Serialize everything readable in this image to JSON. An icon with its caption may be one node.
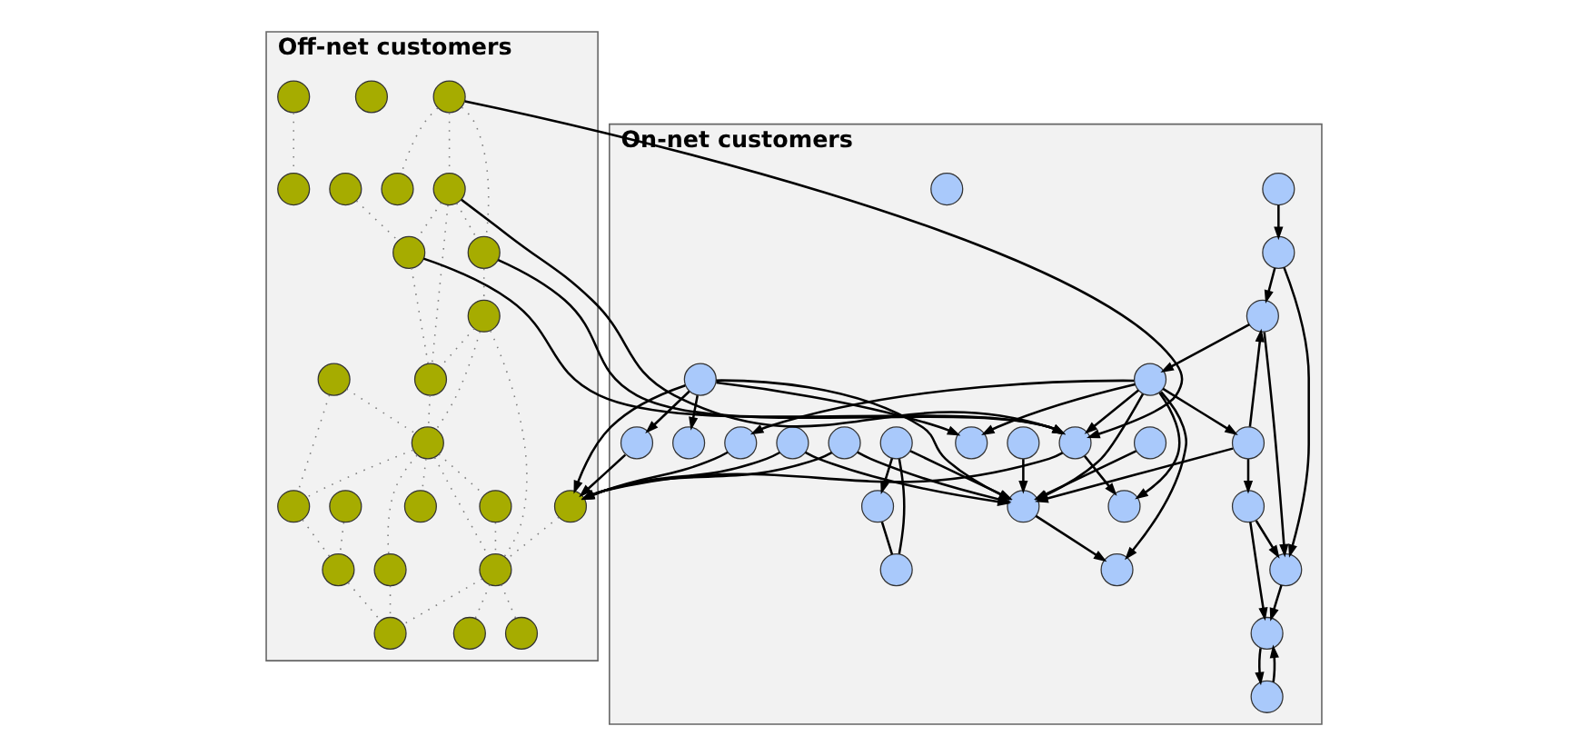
{
  "diagram": {
    "nodes": [
      {
        "text": [
          "On-net customers"
        ]
      },
      {
        "text": [
          "Off-net customers"
        ]
      },
      {
        "text": [],
        "shape": "circle",
        "in": 0
      },
      {
        "text": [],
        "shape": "circle",
        "in": 0
      },
      {
        "text": [],
        "shape": "circle",
        "in": 0
      },
      {
        "text": [],
        "shape": "circle",
        "in": 0
      },
      {
        "text": [],
        "shape": "circle",
        "in": 0
      },
      {
        "text": [],
        "shape": "circle",
        "in": 0
      },
      {
        "text": [],
        "shape": "circle",
        "in": 0
      },
      {
        "text": [],
        "shape": "circle",
        "in": 0
      },
      {
        "text": [],
        "shape": "circle",
        "in": 0
      },
      {
        "text": [],
        "shape": "circle",
        "in": 0
      },
      {
        "text": [],
        "shape": "circle",
        "in": 0
      },
      {
        "text": [],
        "shape": "circle",
        "in": 0
      },
      {
        "text": [],
        "shape": "circle",
        "in": 0
      },
      {
        "text": [],
        "shape": "circle",
        "in": 0
      },
      {
        "text": [],
        "shape": "circle",
        "in": 0
      },
      {
        "text": [],
        "shape": "circle",
        "in": 0
      },
      {
        "text": [],
        "shape": "circle",
        "in": 0
      },
      {
        "text": [],
        "shape": "circle",
        "in": 0
      },
      {
        "text": [],
        "shape": "circle",
        "in": 0
      },
      {
        "text": [],
        "shape": "circle",
        "in": 0
      },
      {
        "text": [],
        "shape": "circle",
        "in": 0
      },
      {
        "text": [],
        "shape": "circle",
        "in": 0
      },
      {
        "text": [],
        "shape": "circle",
        "in": 0
      },
      {
        "text": [],
        "shape": "circle",
        "in": 0
      },
      {
        "text": [],
        "shape": "circle",
        "in": 0
      },
      {
        "text": [],
        "shape": "circle",
        "in": 0
      },
      {
        "text": [],
        "shape": "circle",
        "in": 1
      },
      {
        "text": [],
        "shape": "circle",
        "in": 1
      },
      {
        "text": [],
        "shape": "circle",
        "in": 1
      },
      {
        "text": [],
        "shape": "circle",
        "in": 1
      },
      {
        "text": [],
        "shape": "circle",
        "in": 1
      },
      {
        "text": [],
        "shape": "circle",
        "in": 1
      },
      {
        "text": [],
        "shape": "circle",
        "in": 1
      },
      {
        "text": [],
        "shape": "circle",
        "in": 1
      },
      {
        "text": [],
        "shape": "circle",
        "in": 1
      },
      {
        "text": [],
        "shape": "circle",
        "in": 1
      },
      {
        "text": [],
        "shape": "circle",
        "in": 1
      },
      {
        "text": [],
        "shape": "circle",
        "in": 1
      },
      {
        "text": [],
        "shape": "circle",
        "in": 1
      },
      {
        "text": [],
        "shape": "circle",
        "in": 1
      },
      {
        "text": [],
        "shape": "circle",
        "in": 1
      },
      {
        "text": [],
        "shape": "circle",
        "in": 1
      },
      {
        "text": [],
        "shape": "circle",
        "in": 1
      },
      {
        "text": [],
        "shape": "circle",
        "in": 1
      },
      {
        "text": [],
        "shape": "circle",
        "in": 1
      },
      {
        "text": [],
        "shape": "circle",
        "in": 1
      },
      {
        "text": [],
        "shape": "circle",
        "in": 1
      },
      {
        "text": [],
        "shape": "circle",
        "in": 1
      },
      {
        "text": [],
        "shape": "circle",
        "in": 1
      },
      {
        "text": [],
        "shape": "circle",
        "in": 1
      }
    ],
    "edges": [
      {
        "from": 3,
        "to": 2,
        "arrow": "to"
      },
      {
        "from": 2,
        "to": 3,
        "arrow": "to"
      },
      {
        "from": 6,
        "to": 2,
        "arrow": "to"
      },
      {
        "from": 8,
        "to": 2,
        "arrow": "to"
      },
      {
        "from": 8,
        "to": 6,
        "arrow": "to"
      },
      {
        "from": 7,
        "to": 6,
        "arrow": "to"
      },
      {
        "from": 9,
        "to": 6,
        "arrow": "to"
      },
      {
        "from": 7,
        "to": 9,
        "arrow": "to"
      },
      {
        "from": 4,
        "to": 7,
        "arrow": "to"
      },
      {
        "from": 14,
        "to": 8,
        "arrow": "to"
      },
      {
        "from": 14,
        "to": 9,
        "arrow": "to"
      },
      {
        "from": 9,
        "to": 15,
        "arrow": "to"
      },
      {
        "from": 15,
        "to": 14,
        "arrow": "to"
      },
      {
        "from": 15,
        "to": 18,
        "arrow": "to"
      },
      {
        "from": 15,
        "to": 23,
        "arrow": "to"
      },
      {
        "from": 14,
        "to": 23,
        "arrow": "to"
      },
      {
        "from": 16,
        "to": 23,
        "arrow": "to"
      },
      {
        "from": 21,
        "to": 17,
        "arrow": "none"
      },
      {
        "from": 26,
        "to": 17,
        "arrow": "none"
      },
      {
        "from": 26,
        "to": 21,
        "arrow": "to"
      },
      {
        "from": 26,
        "to": 23,
        "arrow": "to"
      },
      {
        "from": 27,
        "to": 23,
        "arrow": "to"
      },
      {
        "from": 23,
        "to": 18,
        "arrow": "to"
      },
      {
        "from": 15,
        "to": 5,
        "arrow": "to"
      },
      {
        "from": 13,
        "to": 5,
        "arrow": "to"
      },
      {
        "from": 15,
        "to": 12,
        "arrow": "to"
      },
      {
        "from": 15,
        "to": 13,
        "arrow": "to"
      },
      {
        "from": 15,
        "to": 19,
        "arrow": "to"
      },
      {
        "from": 24,
        "to": 10,
        "arrow": "to"
      },
      {
        "from": 24,
        "to": 19,
        "arrow": "to"
      },
      {
        "from": 24,
        "to": 20,
        "arrow": "to"
      },
      {
        "from": 24,
        "to": 23,
        "arrow": "to"
      },
      {
        "from": 22,
        "to": 23,
        "arrow": "to"
      },
      {
        "from": 25,
        "to": 23,
        "arrow": "to"
      },
      {
        "from": 28,
        "to": 13,
        "arrow": "to"
      },
      {
        "from": 32,
        "to": 13,
        "arrow": "to"
      },
      {
        "from": 33,
        "to": 13,
        "arrow": "to"
      },
      {
        "from": 34,
        "to": 13,
        "arrow": "to"
      },
      {
        "from": 13,
        "to": 42,
        "arrow": "to"
      },
      {
        "from": 12,
        "to": 42,
        "arrow": "to"
      },
      {
        "from": 20,
        "to": 42,
        "arrow": "to"
      },
      {
        "from": 22,
        "to": 42,
        "arrow": "to"
      },
      {
        "from": 24,
        "to": 42,
        "arrow": "to"
      },
      {
        "from": 25,
        "to": 42,
        "arrow": "to"
      },
      {
        "from": 28,
        "to": 29,
        "arrow": "none",
        "style": "dashed",
        "color": "#808080"
      },
      {
        "from": 28,
        "to": 32,
        "arrow": "none",
        "style": "dashed",
        "color": "#808080"
      },
      {
        "from": 28,
        "to": 34,
        "arrow": "none",
        "style": "dashed",
        "color": "#808080"
      },
      {
        "from": 32,
        "to": 34,
        "arrow": "none",
        "style": "dashed",
        "color": "#808080"
      },
      {
        "from": 32,
        "to": 36,
        "arrow": "none",
        "style": "dashed",
        "color": "#808080"
      },
      {
        "from": 32,
        "to": 33,
        "arrow": "none",
        "style": "dashed",
        "color": "#808080"
      },
      {
        "from": 34,
        "to": 37,
        "arrow": "none",
        "style": "dashed",
        "color": "#808080"
      },
      {
        "from": 37,
        "to": 36,
        "arrow": "none",
        "style": "dashed",
        "color": "#808080"
      },
      {
        "from": 36,
        "to": 41,
        "arrow": "none",
        "style": "dashed",
        "color": "#808080"
      },
      {
        "from": 37,
        "to": 41,
        "arrow": "none",
        "style": "dashed",
        "color": "#808080"
      },
      {
        "from": 37,
        "to": 49,
        "arrow": "none",
        "style": "dashed",
        "color": "#808080"
      },
      {
        "from": 47,
        "to": 43,
        "arrow": "none",
        "style": "dashed",
        "color": "#808080"
      },
      {
        "from": 42,
        "to": 49,
        "arrow": "none",
        "style": "dashed",
        "color": "#808080"
      },
      {
        "from": 30,
        "to": 33,
        "arrow": "none",
        "style": "dashed",
        "color": "#808080"
      },
      {
        "from": 33,
        "to": 36,
        "arrow": "none",
        "style": "dashed",
        "color": "#808080"
      },
      {
        "from": 31,
        "to": 41,
        "arrow": "none",
        "style": "dashed",
        "color": "#808080"
      },
      {
        "from": 31,
        "to": 40,
        "arrow": "none",
        "style": "dashed",
        "color": "#808080"
      },
      {
        "from": 41,
        "to": 39,
        "arrow": "none",
        "style": "dashed",
        "color": "#808080"
      },
      {
        "from": 41,
        "to": 40,
        "arrow": "none",
        "style": "dashed",
        "color": "#808080"
      },
      {
        "from": 41,
        "to": 45,
        "arrow": "none",
        "style": "dashed",
        "color": "#808080"
      },
      {
        "from": 41,
        "to": 44,
        "arrow": "none",
        "style": "dashed",
        "color": "#808080"
      },
      {
        "from": 41,
        "to": 49,
        "arrow": "none",
        "style": "dashed",
        "color": "#808080"
      },
      {
        "from": 44,
        "to": 49,
        "arrow": "none",
        "style": "dashed",
        "color": "#808080"
      },
      {
        "from": 35,
        "to": 46,
        "arrow": "none",
        "style": "dashed",
        "color": "#808080"
      },
      {
        "from": 40,
        "to": 46,
        "arrow": "none",
        "style": "dashed",
        "color": "#808080"
      },
      {
        "from": 46,
        "to": 50,
        "arrow": "none",
        "style": "dashed",
        "color": "#808080"
      },
      {
        "from": 45,
        "to": 50,
        "arrow": "none",
        "style": "dashed",
        "color": "#808080"
      },
      {
        "from": 49,
        "to": 48,
        "arrow": "none",
        "style": "dashed",
        "color": "#808080"
      },
      {
        "from": 49,
        "to": 50,
        "arrow": "none",
        "style": "dashed",
        "color": "#808080"
      },
      {
        "from": 49,
        "to": 51,
        "arrow": "none",
        "style": "dashed",
        "color": "#808080"
      }
    ]
  }
}
